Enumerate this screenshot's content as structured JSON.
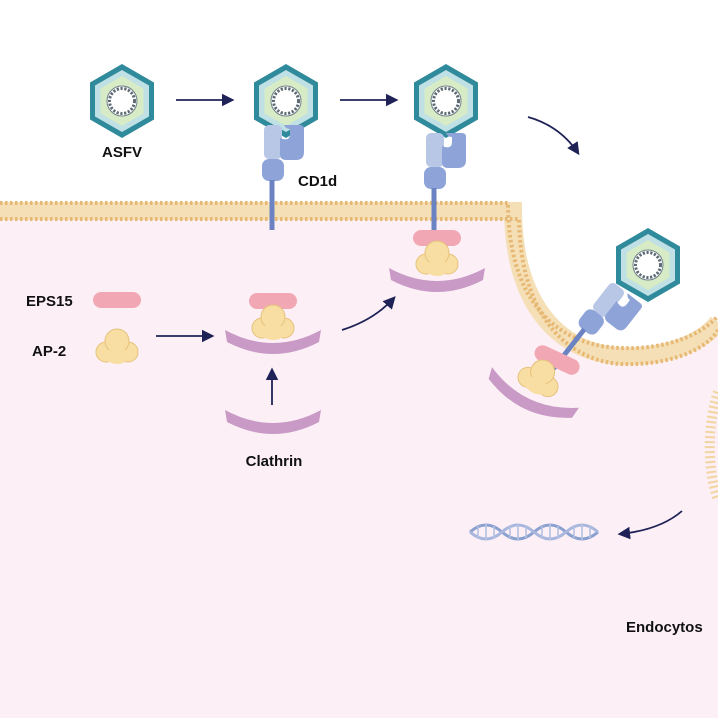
{
  "labels": {
    "asfv": "ASFV",
    "cd1d": "CD1d",
    "eps15": "EPS15",
    "ap2": "AP-2",
    "clathrin": "Clathrin",
    "endocytosis": "Endocytos"
  },
  "icons": {
    "virus": "asfv-virion-icon",
    "receptor": "cd1d-receptor-icon",
    "adaptor": "ap2-adaptor-icon",
    "eps15": "eps15-capsule-icon",
    "clathrin": "clathrin-arc-icon",
    "dna": "dna-helix-icon",
    "arrow": "arrow-icon"
  },
  "colors": {
    "cytoplasm": "#fcf0f6",
    "membrane_head": "#f2d4a0",
    "membrane_dot": "#e7b873",
    "virus_outer": "#2f8a9b",
    "virus_inner": "#c9e3c4",
    "receptor_light": "#b9c7e6",
    "receptor_mid": "#8ea4d8",
    "receptor_stalk": "#6b83c3",
    "eps15": "#f2a8b4",
    "ap2": "#f9dea3",
    "clathrin": "#c99ac6",
    "arrow": "#1f2257"
  }
}
